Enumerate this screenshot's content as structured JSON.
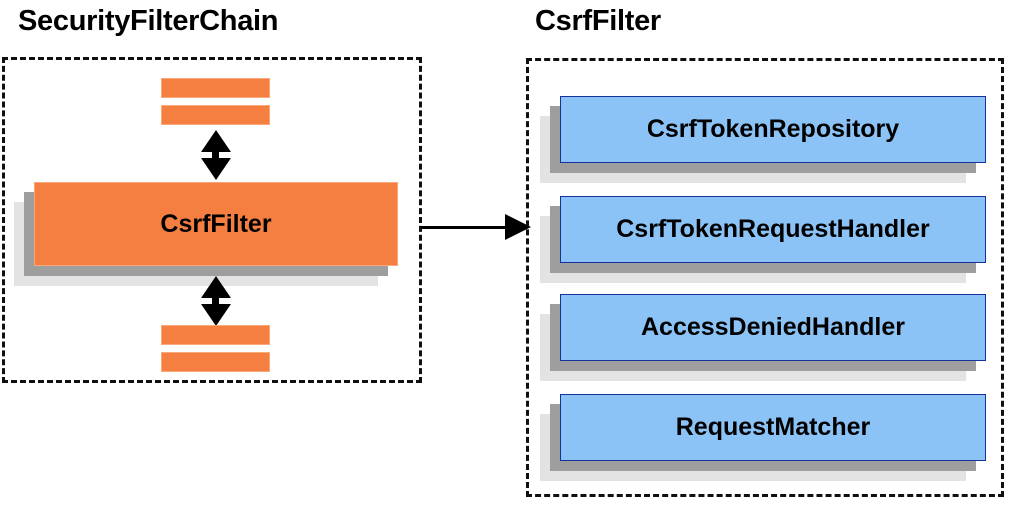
{
  "diagram": {
    "title_left": "SecurityFilterChain",
    "title_right": "CsrfFilter",
    "colors": {
      "orange_fill": "#f57f40",
      "orange_border": "#f9a87a",
      "blue_fill": "#8cc3f7",
      "blue_border": "#17319c",
      "shadow_dark": "#9e9e9e",
      "shadow_light": "#e3e3e3",
      "dashed_border": "#101010",
      "text": "#000000"
    }
  },
  "left_panel": {
    "title": "SecurityFilterChain",
    "highlighted_filter": "CsrfFilter",
    "filters_above_count": 2,
    "filters_below_count": 2,
    "arrow_above": "bidirectional-vertical-arrow",
    "arrow_below": "bidirectional-vertical-arrow"
  },
  "right_panel": {
    "title": "CsrfFilter",
    "collaborators": [
      {
        "label": "CsrfTokenRepository"
      },
      {
        "label": "CsrfTokenRequestHandler"
      },
      {
        "label": "AccessDeniedHandler"
      },
      {
        "label": "RequestMatcher"
      }
    ]
  },
  "connector": {
    "label": "",
    "kind": "right-arrow",
    "from": "CsrfFilter in SecurityFilterChain",
    "to": "CsrfFilter detail panel"
  }
}
